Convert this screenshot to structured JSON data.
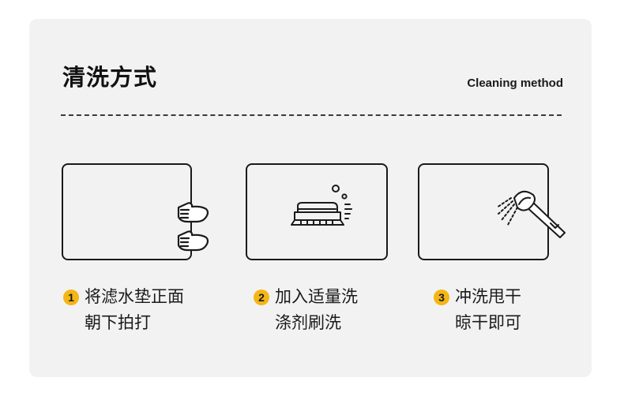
{
  "header": {
    "title": "清洗方式",
    "subtitle": "Cleaning method"
  },
  "steps": [
    {
      "number": "1",
      "line1": "将滤水垫正面",
      "line2": "朝下拍打",
      "icon": "pat-hands-icon"
    },
    {
      "number": "2",
      "line1": "加入适量洗",
      "line2": "涤剂刷洗",
      "icon": "brush-bubbles-icon"
    },
    {
      "number": "3",
      "line1": "冲洗甩干",
      "line2": "晾干即可",
      "icon": "shower-head-icon"
    }
  ],
  "colors": {
    "card_background": "#f2f2f2",
    "number_badge": "#f4b614",
    "stroke": "#1a1a1a"
  }
}
